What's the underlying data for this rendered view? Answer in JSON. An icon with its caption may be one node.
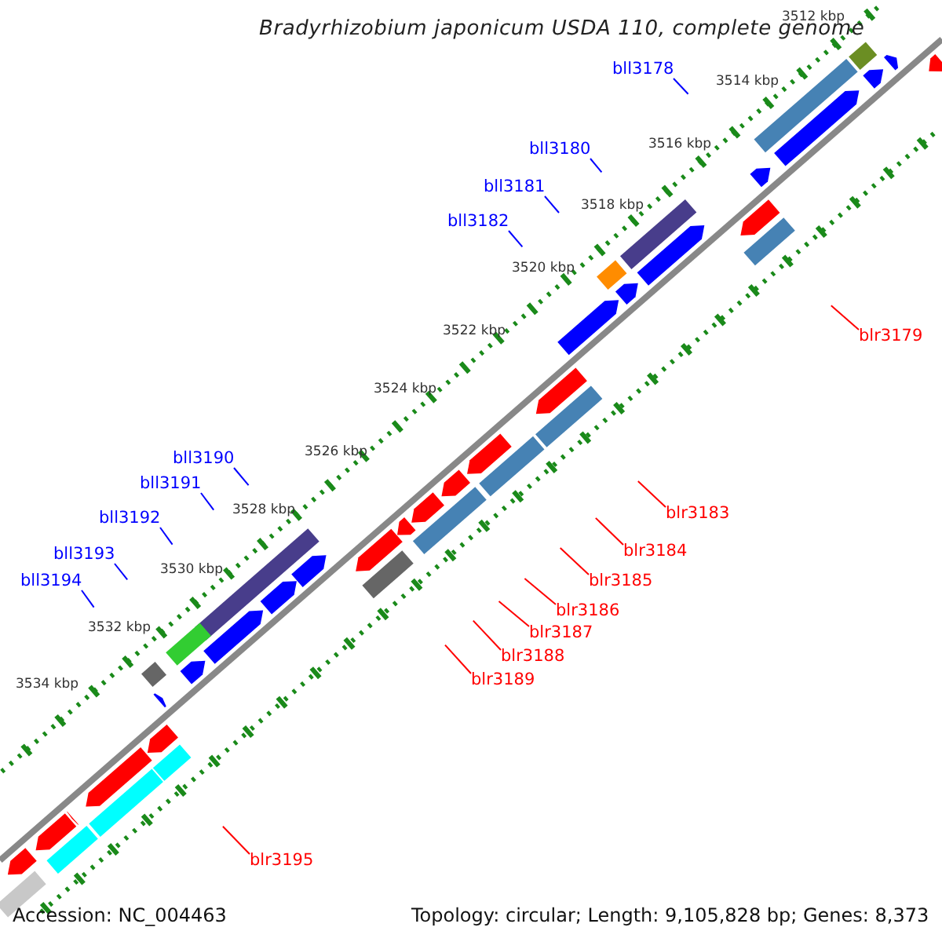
{
  "diagram": {
    "title": "Bradyrhizobium japonicum USDA 110, complete genome",
    "nodes": [
      {
        "text": [
          "bll3178"
        ]
      },
      {
        "text": [
          "bll3180"
        ]
      },
      {
        "text": [
          "bll3181"
        ]
      },
      {
        "text": [
          "bll3182"
        ]
      },
      {
        "text": [
          "blr3179"
        ]
      },
      {
        "text": [
          "bll3190"
        ]
      },
      {
        "text": [
          "bll3191"
        ]
      },
      {
        "text": [
          "blr3183"
        ]
      },
      {
        "text": [
          "bll3192"
        ]
      },
      {
        "text": [
          "blr3184"
        ]
      },
      {
        "text": [
          "bll3193"
        ]
      },
      {
        "text": [
          "bll3194"
        ]
      },
      {
        "text": [
          "blr3185"
        ]
      },
      {
        "text": [
          "blr3186"
        ]
      },
      {
        "text": [
          "blr3187"
        ]
      },
      {
        "text": [
          "blr3188"
        ]
      },
      {
        "text": [
          "blr3189"
        ]
      },
      {
        "text": [
          "blr3195"
        ]
      }
    ],
    "edges": [
      {
        "from": 0,
        "to": null,
        "arrow": "none",
        "color": "#0000ff"
      },
      {
        "from": 1,
        "to": null,
        "arrow": "none",
        "color": "#0000ff"
      },
      {
        "from": 2,
        "to": null,
        "arrow": "none",
        "color": "#0000ff"
      },
      {
        "from": 3,
        "to": null,
        "arrow": "none",
        "color": "#0000ff"
      },
      {
        "from": 4,
        "to": null,
        "arrow": "none",
        "color": "#ff0000"
      },
      {
        "from": 5,
        "to": null,
        "arrow": "none",
        "color": "#0000ff"
      },
      {
        "from": 6,
        "to": null,
        "arrow": "none",
        "color": "#0000ff"
      },
      {
        "from": 7,
        "to": null,
        "arrow": "none",
        "color": "#ff0000"
      },
      {
        "from": 8,
        "to": null,
        "arrow": "none",
        "color": "#0000ff"
      },
      {
        "from": 9,
        "to": null,
        "arrow": "none",
        "color": "#ff0000"
      },
      {
        "from": 10,
        "to": null,
        "arrow": "none",
        "color": "#0000ff"
      },
      {
        "from": 11,
        "to": null,
        "arrow": "none",
        "color": "#0000ff"
      },
      {
        "from": 12,
        "to": null,
        "arrow": "none",
        "color": "#ff0000"
      },
      {
        "from": 13,
        "to": null,
        "arrow": "none",
        "color": "#ff0000"
      },
      {
        "from": 14,
        "to": null,
        "arrow": "none",
        "color": "#ff0000"
      },
      {
        "from": 15,
        "to": null,
        "arrow": "none",
        "color": "#ff0000"
      },
      {
        "from": 16,
        "to": null,
        "arrow": "none",
        "color": "#ff0000"
      },
      {
        "from": 17,
        "to": null,
        "arrow": "none",
        "color": "#ff0000"
      }
    ],
    "labels": [
      "3512 kbp",
      "3514 kbp",
      "3516 kbp",
      "3518 kbp",
      "3520 kbp",
      "3522 kbp",
      "3524 kbp",
      "3526 kbp",
      "3528 kbp",
      "3530 kbp",
      "3532 kbp",
      "3534 kbp",
      "Accession: NC_004463",
      "Topology: circular; Length: 9,105,828 bp; Genes: 8,373"
    ]
  }
}
